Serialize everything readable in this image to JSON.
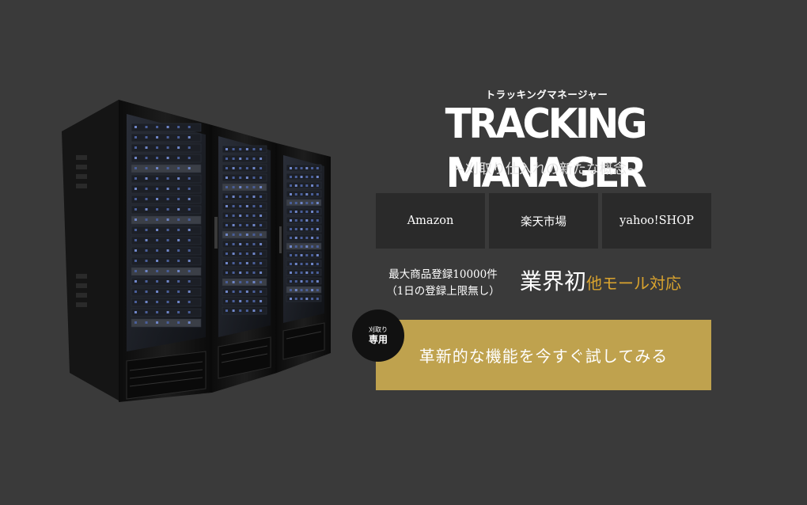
{
  "product": {
    "kana_title": "トラッキングマネージャー",
    "title": "TRACKING MANAGER",
    "subtitle": "~刈取り仕入れの新たな概念~"
  },
  "malls": [
    {
      "label": "Amazon"
    },
    {
      "label": "楽天市場"
    },
    {
      "label": "yahoo!SHOP"
    }
  ],
  "features": {
    "capacity_line1": "最大商品登録10000件",
    "capacity_line2": "（1日の登録上限無し）",
    "headline_white": "業界初",
    "headline_gold": "他モール対応"
  },
  "badge": {
    "line1": "刈取り",
    "line2": "専用"
  },
  "cta": {
    "label": "革新的な機能を今すぐ試してみる"
  },
  "colors": {
    "background": "#3a3a3a",
    "mall_box": "#2a2a2a",
    "cta": "#bfa24e",
    "accent_gold": "#d9a32e"
  },
  "icons": [
    "server-rack-illustration"
  ]
}
